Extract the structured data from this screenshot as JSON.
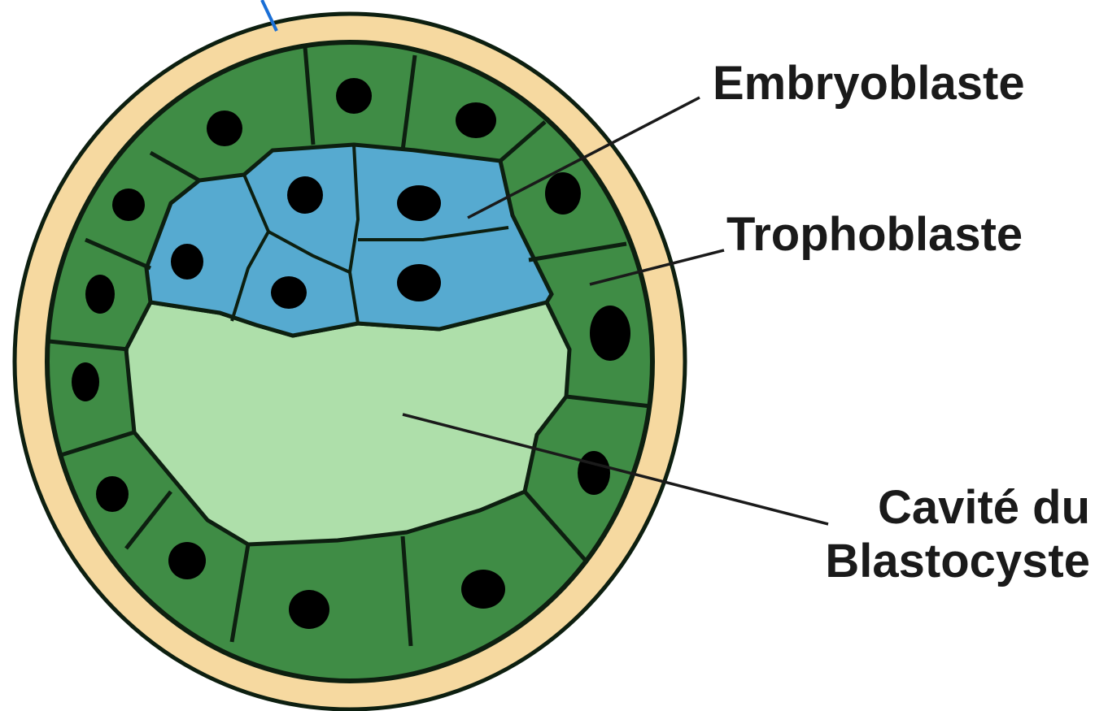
{
  "diagram": {
    "labels": {
      "embryoblast": "Embryoblaste",
      "trophoblast": "Trophoblaste",
      "cavity_line1": "Cavité du",
      "cavity_line2": "Blastocyste"
    },
    "colors": {
      "zona_pellucida": "#f6d9a0",
      "trophoblast_cell": "#3f8c45",
      "embryoblast_cell": "#56aad0",
      "blastocyst_cavity": "#aedfaa",
      "nucleus": "#000000",
      "outline": "#0d1f10",
      "pointer_line": "#1a1a1a",
      "corner_marker": "#1a6fd6"
    }
  }
}
